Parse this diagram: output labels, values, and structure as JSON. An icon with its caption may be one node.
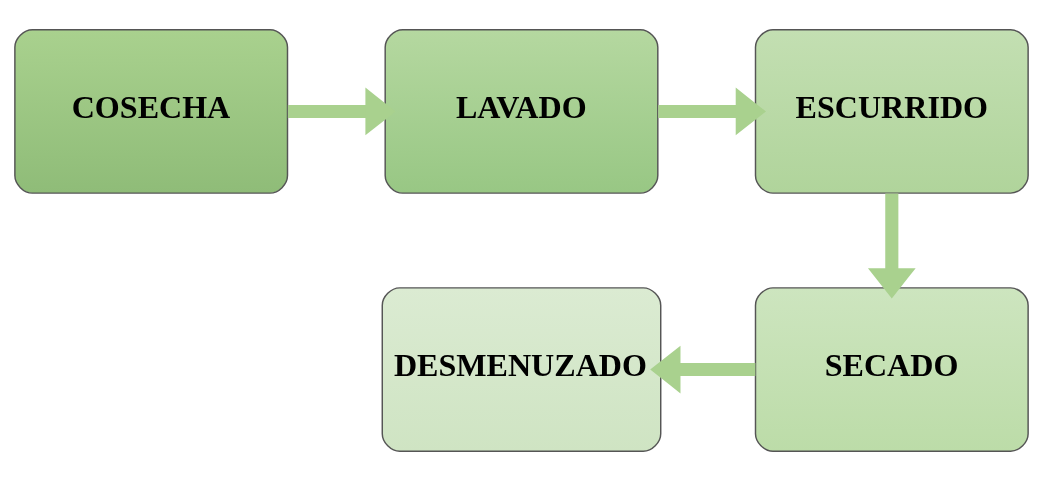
{
  "diagram": {
    "nodes": [
      {
        "text": [
          "COSECHA"
        ]
      },
      {
        "text": [
          "LAVADO"
        ]
      },
      {
        "text": [
          "ESCURRIDO"
        ]
      },
      {
        "text": [
          "SECADO"
        ]
      },
      {
        "text": [
          "DESMENUZADO"
        ]
      }
    ],
    "edges": [
      {
        "from": 0,
        "to": 1,
        "arrow": "to"
      },
      {
        "from": 1,
        "to": 2,
        "arrow": "to"
      },
      {
        "from": 2,
        "to": 3,
        "arrow": "to"
      },
      {
        "from": 3,
        "to": 4,
        "arrow": "to"
      }
    ]
  }
}
